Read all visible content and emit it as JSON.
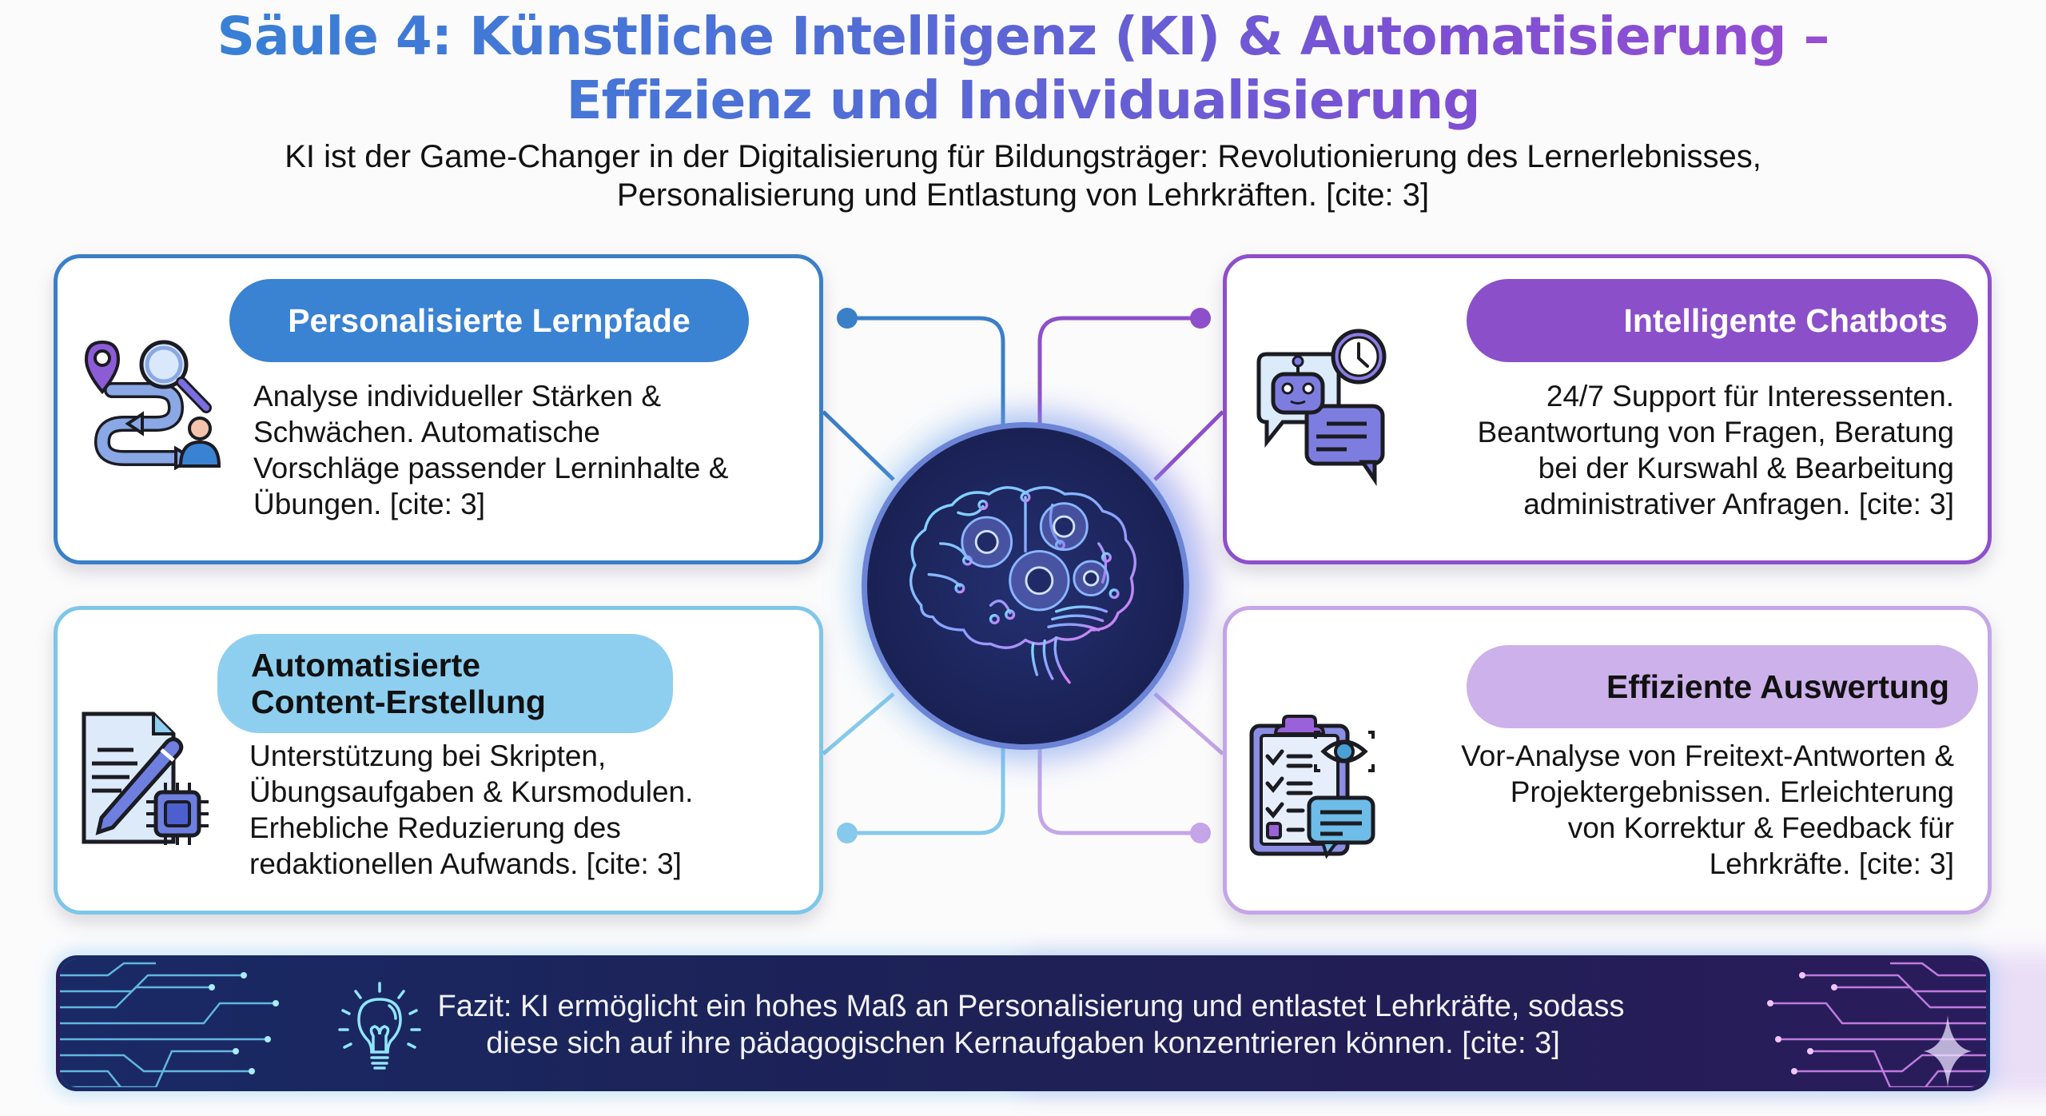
{
  "header": {
    "title_lines": [
      "Säule 4: Künstliche Intelligenz (KI) & Automatisierung –",
      "Effizienz und Individualisierung"
    ],
    "subtitle_lines": [
      "KI ist der Game-Changer in der Digitalisierung für Bildungsträger: Revolutionierung des Lernerlebnisses,",
      "Personalisierung und Entlastung von Lehrkräften. [cite: 3]"
    ]
  },
  "cards": [
    {
      "id": "personalisierte-lernpfade",
      "title_lines": [
        "Personalisierte Lernpfade"
      ],
      "icon": "learning-path-icon",
      "accent": "#3a82d2",
      "body_lines": [
        "Analyse individueller Stärken &",
        "Schwächen. Automatische",
        "Vorschläge passender Lerninhalte &",
        "Übungen. [cite: 3]"
      ]
    },
    {
      "id": "intelligente-chatbots",
      "title_lines": [
        "Intelligente Chatbots"
      ],
      "icon": "chatbot-icon",
      "accent": "#8b4fc9",
      "body_lines": [
        "24/7 Support für Interessenten.",
        "Beantwortung von Fragen, Beratung",
        "bei der Kurswahl & Bearbeitung",
        "administrativer Anfragen. [cite: 3]"
      ]
    },
    {
      "id": "automatisierte-content-erstellung",
      "title_lines": [
        "Automatisierte",
        "Content-Erstellung"
      ],
      "icon": "document-pen-chip-icon",
      "accent": "#8ecff0",
      "body_lines": [
        "Unterstützung bei Skripten,",
        "Übungsaufgaben & Kursmodulen.",
        "Erhebliche Reduzierung des",
        "redaktionellen Aufwands. [cite: 3]"
      ]
    },
    {
      "id": "effiziente-auswertung",
      "title_lines": [
        "Effiziente Auswertung"
      ],
      "icon": "clipboard-eye-icon",
      "accent": "#cdb1ea",
      "body_lines": [
        "Vor-Analyse von Freitext-Antworten &",
        "Projektergebnissen. Erleichterung",
        "von Korrektur & Feedback für",
        "Lehrkräfte. [cite: 3]"
      ]
    }
  ],
  "hub": {
    "icon": "brain-gears-icon"
  },
  "footer": {
    "icon": "lightbulb-icon",
    "text_lines": [
      "Fazit: KI ermöglicht ein hohes Maß an Personalisierung und entlastet Lehrkräfte, sodass",
      "diese sich auf ihre pädagogischen Kernaufgaben konzentrieren können. [cite: 3]"
    ]
  },
  "colors": {
    "blue": "#3a82d2",
    "light_blue": "#8ecff0",
    "purple": "#8b4fc9",
    "light_purple": "#cdb1ea",
    "navy": "#1c2257"
  }
}
